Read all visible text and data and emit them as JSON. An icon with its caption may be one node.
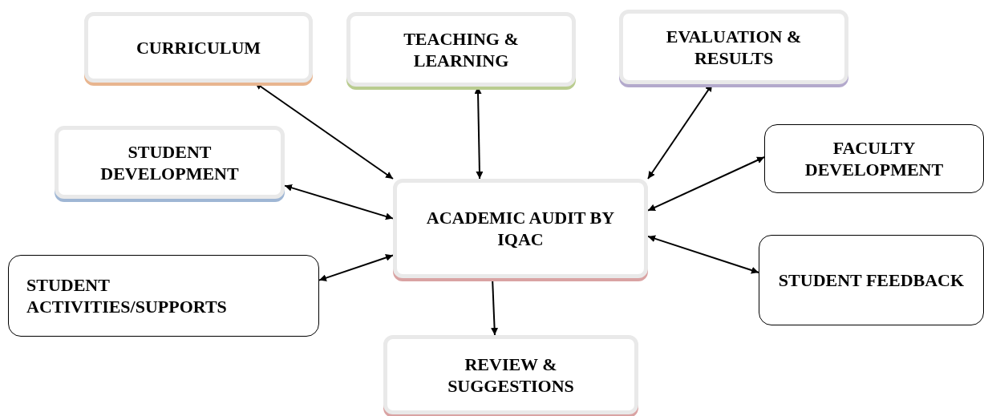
{
  "diagram": {
    "nodes": [
      {
        "text": [
          "CURRICULUM"
        ]
      },
      {
        "text": [
          "TEACHING & LEARNING"
        ]
      },
      {
        "text": [
          "EVALUATION & RESULTS"
        ]
      },
      {
        "text": [
          "STUDENT DEVELOPMENT"
        ]
      },
      {
        "text": [
          "FACULTY DEVELOPMENT"
        ]
      },
      {
        "text": [
          "ACADEMIC AUDIT BY IQAC"
        ]
      },
      {
        "text": [
          "STUDENT ACTIVITIES/SUPPORTS"
        ]
      },
      {
        "text": [
          "STUDENT FEEDBACK"
        ]
      },
      {
        "text": [
          "REVIEW & SUGGESTIONS"
        ]
      }
    ],
    "edges": [
      {
        "from": 0,
        "to": 5,
        "arrow": "both"
      },
      {
        "from": 1,
        "to": 5,
        "arrow": "both"
      },
      {
        "from": 2,
        "to": 5,
        "arrow": "both"
      },
      {
        "from": 3,
        "to": 5,
        "arrow": "both"
      },
      {
        "from": 4,
        "to": 5,
        "arrow": "both"
      },
      {
        "from": 6,
        "to": 5,
        "arrow": "both"
      },
      {
        "from": 7,
        "to": 5,
        "arrow": "both"
      },
      {
        "from": 5,
        "to": 8,
        "arrow": "to"
      }
    ]
  }
}
